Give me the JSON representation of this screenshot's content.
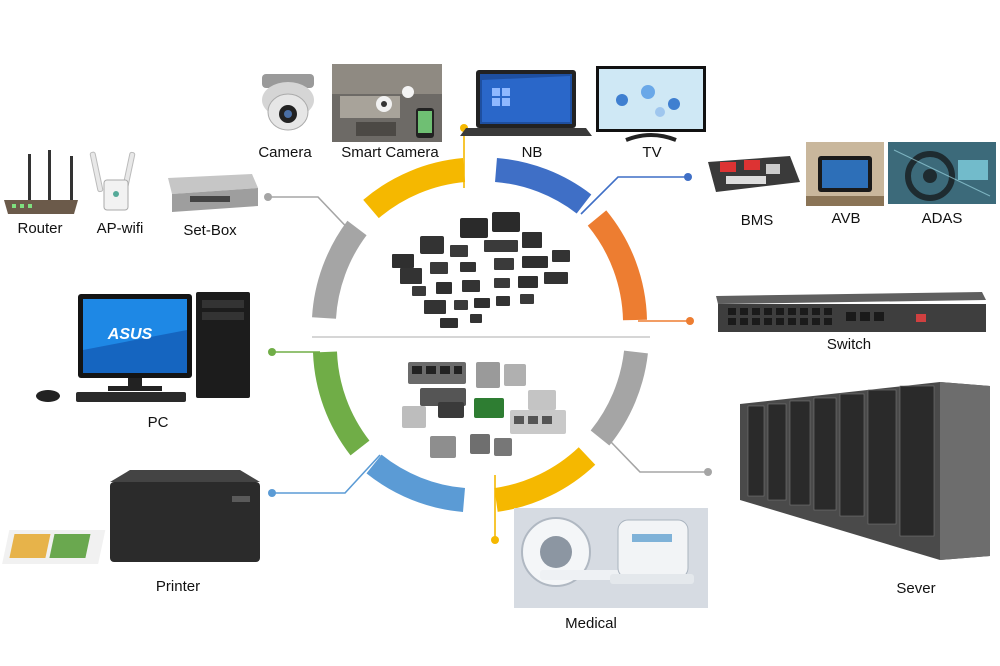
{
  "labels": {
    "camera": "Camera",
    "smart_camera": "Smart Camera",
    "nb": "NB",
    "tv": "TV",
    "router": "Router",
    "ap_wifi": "AP-wifi",
    "set_box": "Set-Box",
    "bms": "BMS",
    "avb": "AVB",
    "adas": "ADAS",
    "switch": "Switch",
    "pc": "PC",
    "printer": "Printer",
    "sever": "Sever",
    "medical": "Medical"
  },
  "pc_screen_brand": "ASUS",
  "colors": {
    "yellow": "#F5B800",
    "blue": "#3F6FC6",
    "orange": "#ED7D31",
    "gray": "#A5A5A5",
    "green": "#70AD47",
    "light_blue": "#5B9BD5"
  }
}
